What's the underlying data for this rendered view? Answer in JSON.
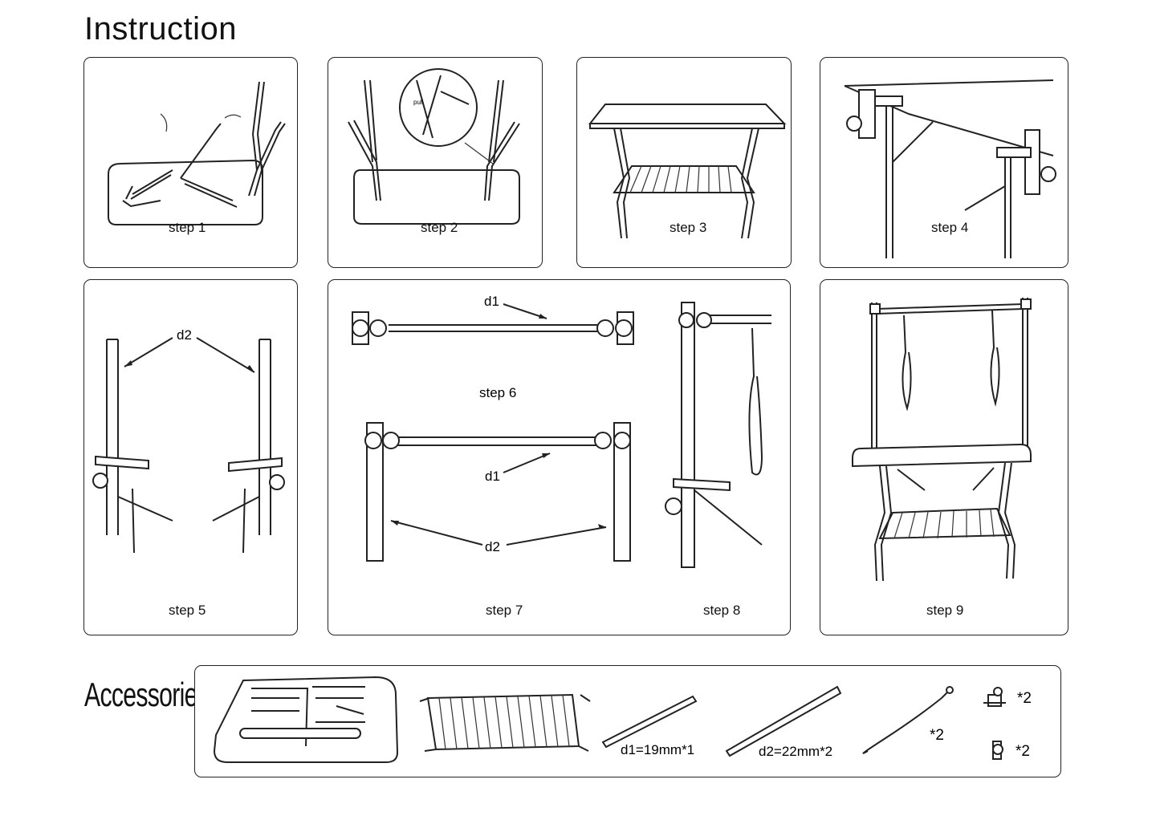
{
  "title": "Instruction",
  "steps": {
    "s1": "step 1",
    "s2": "step 2",
    "s3": "step 3",
    "s4": "step 4",
    "s5": "step 5",
    "s6": "step 6",
    "s7": "step 7",
    "s8": "step 8",
    "s9": "step 9"
  },
  "annotations": {
    "pull": "pull",
    "d1": "d1",
    "d2": "d2"
  },
  "accessories": {
    "title": "Accessories",
    "d1_spec": "d1=19mm*1",
    "d2_spec": "d2=22mm*2",
    "leash_qty": "*2",
    "clamp_qty": "*2",
    "clamp2_qty": "*2"
  }
}
